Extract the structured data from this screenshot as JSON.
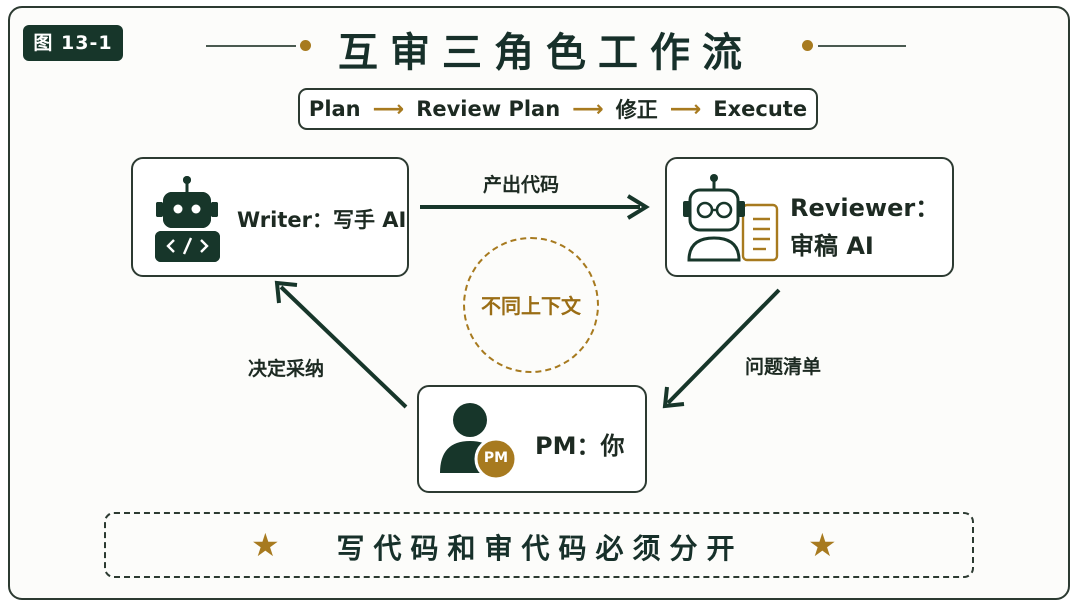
{
  "figure_label": "图 13-1",
  "title": "互审三角色工作流",
  "flow": {
    "steps": [
      "Plan",
      "Review Plan",
      "修正",
      "Execute"
    ],
    "arrow_glyph": "⟶"
  },
  "nodes": {
    "writer": {
      "label": "Writer：写手 AI",
      "icon": "robot-code-icon"
    },
    "reviewer": {
      "label_line1": "Reviewer：",
      "label_line2": "审稿 AI",
      "icon": "robot-glasses-document-icon"
    },
    "pm": {
      "label": "PM：你",
      "badge": "PM",
      "icon": "person-icon"
    }
  },
  "edges": {
    "writer_to_reviewer": "产出代码",
    "reviewer_to_pm": "问题清单",
    "pm_to_writer": "决定采纳"
  },
  "center_label": "不同上下文",
  "bottom_note": "写代码和审代码必须分开",
  "colors": {
    "dark_green": "#17362a",
    "gold": "#a77a1f",
    "stroke": "#2c3a31"
  }
}
